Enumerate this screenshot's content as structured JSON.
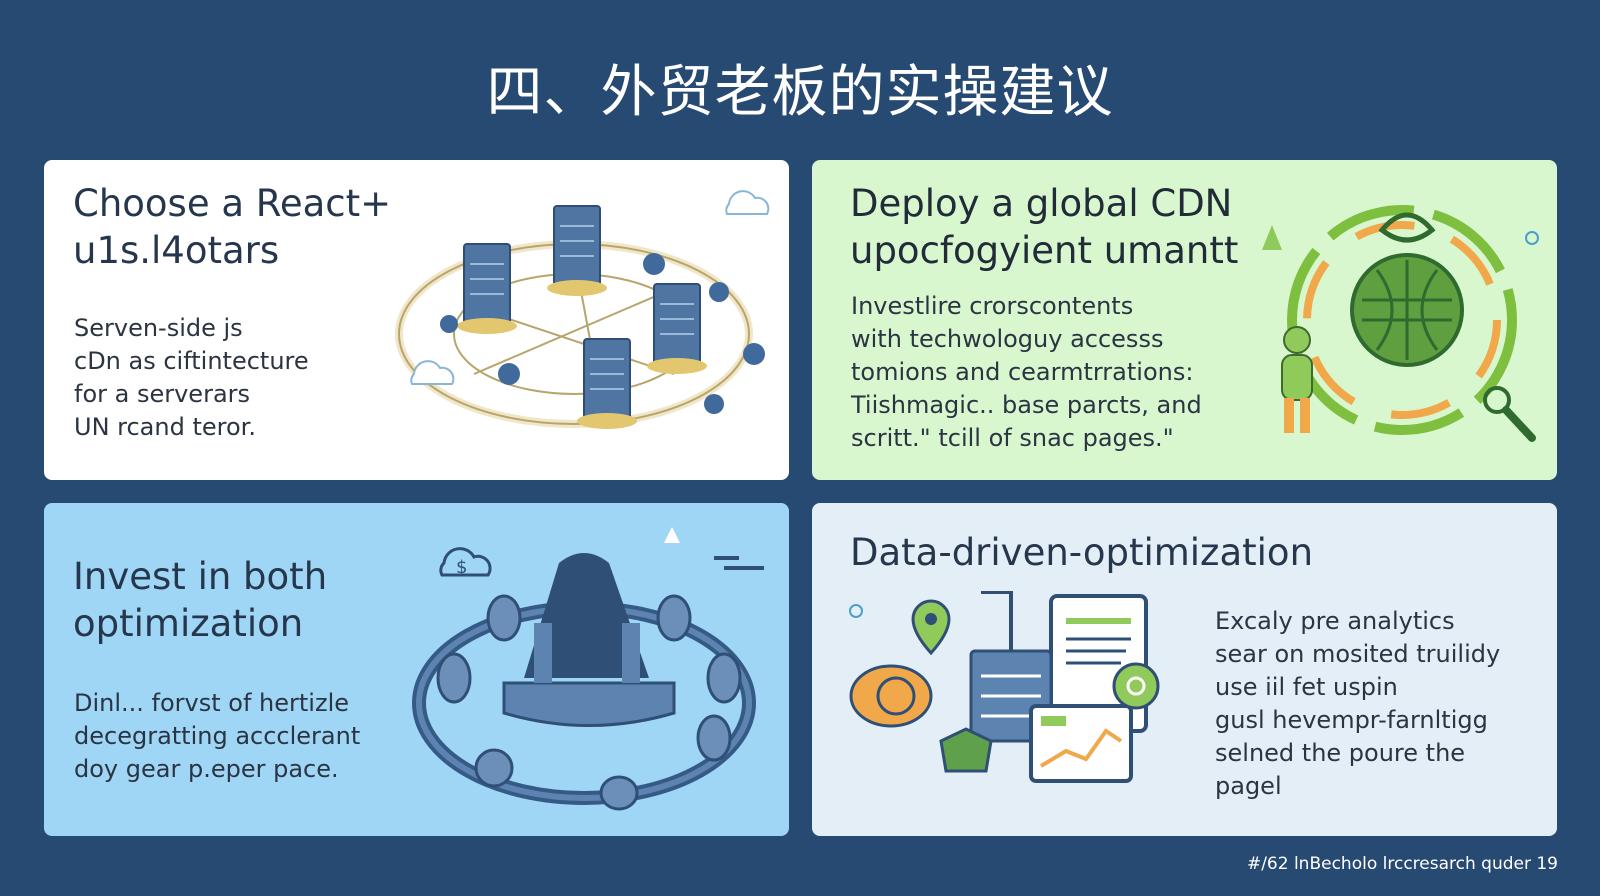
{
  "slide": {
    "title": "四、外贸老板的实操建议",
    "footer": "#/62 lnBecholo lrccresarch quder 19"
  },
  "cards": [
    {
      "heading": [
        "Choose a React+",
        "u1s.l4otars"
      ],
      "body": [
        "Serven-side js",
        "cDn as ciftintecture",
        "for a serverars",
        "UN rcand teror."
      ],
      "icon": "server-network-illustration"
    },
    {
      "heading": [
        "Deploy a global CDN",
        "upocfogyient umantt"
      ],
      "body": [
        "Investlire crorscontents",
        "with techwologuy accesss",
        "tomions and cearmtrrations:",
        "Tiishmagic.. base parcts, and",
        "scritt.\" tcill of snac pages.\""
      ],
      "icon": "global-cdn-illustration"
    },
    {
      "heading": [
        "Invest in both",
        "optimization"
      ],
      "body": [
        "Dinl... forvst of hertizle",
        "decegratting accclerant",
        "doy gear p.eper pace."
      ],
      "icon": "optimization-ring-illustration"
    },
    {
      "heading": [
        "Data-driven-optimization"
      ],
      "body": [
        "Excaly pre analytics",
        "sear on mosited truilidy",
        "use iil fet uspin",
        "gusl hevempr-farnltigg",
        "selned the poure the",
        "pagel"
      ],
      "icon": "analytics-dashboard-illustration"
    }
  ],
  "colors": {
    "background": "#274a72",
    "card1": "#ffffff",
    "card2": "#d8f7cf",
    "card3": "#9fd6f6",
    "card4": "#e4eef7"
  }
}
